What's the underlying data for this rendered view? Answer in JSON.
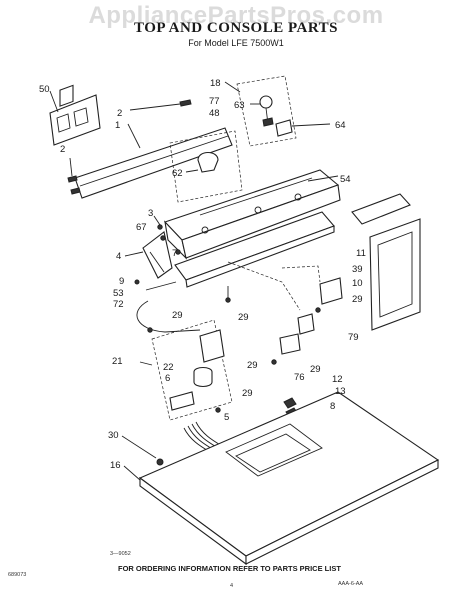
{
  "watermark": "AppliancePartsPros.com",
  "title": "TOP AND CONSOLE PARTS",
  "subtitle": "For Model LFE 7500W1",
  "footer": "FOR ORDERING INFORMATION REFER TO PARTS PRICE LIST",
  "code_left": "3—9052",
  "code_bottom_left": "689073",
  "code_bottom_right": "AAA-6-AA",
  "page_number": "4",
  "callouts": {
    "c50": "50",
    "c2a": "2",
    "c1": "1",
    "c2b": "2",
    "c18": "18",
    "c77": "77",
    "c48": "48",
    "c63": "63",
    "c64": "64",
    "c62": "62",
    "c54": "54",
    "c3": "3",
    "c67": "67",
    "c4": "4",
    "c7": "7",
    "c9": "9",
    "c53": "53",
    "c72": "72",
    "c29a": "29",
    "c29b": "29",
    "c11": "11",
    "c39": "39",
    "c10": "10",
    "c29c": "29",
    "c79": "79",
    "c21": "21",
    "c22": "22",
    "c6": "6",
    "c29d": "29",
    "c76": "76",
    "c29e": "29",
    "c29f": "29",
    "c12": "12",
    "c13": "13",
    "c8": "8",
    "c5": "5",
    "c30": "30",
    "c16": "16"
  }
}
